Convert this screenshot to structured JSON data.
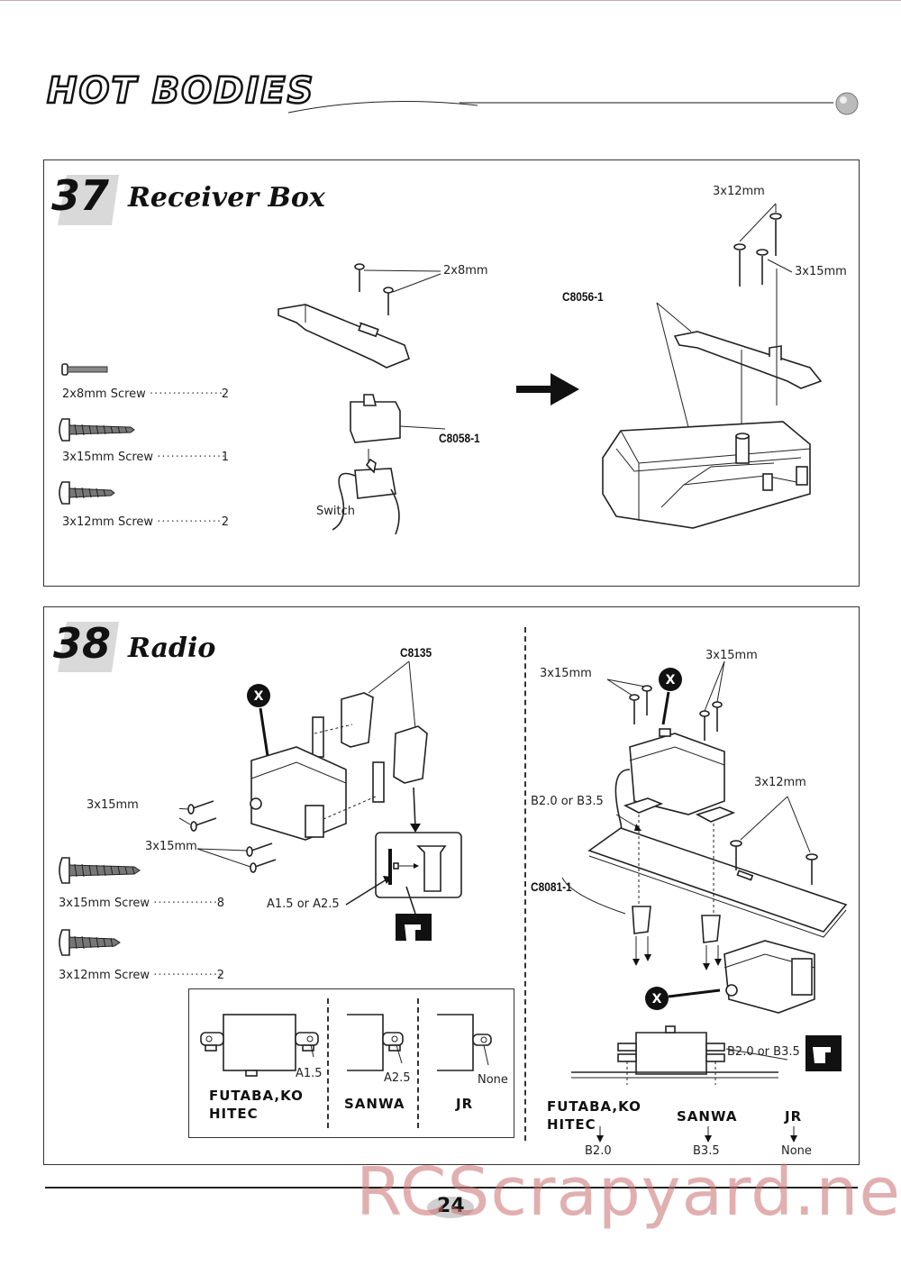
{
  "header": {
    "logo_text": "HOT BODIES"
  },
  "step37": {
    "number": "37",
    "title": "Receiver Box",
    "screws": [
      {
        "label": "2x8mm Screw",
        "qty": "2"
      },
      {
        "label": "3x15mm Screw",
        "qty": "1"
      },
      {
        "label": "3x12mm Screw",
        "qty": "2"
      }
    ],
    "callouts": {
      "screw_2x8": "2x8mm",
      "part_c8058": "C8058-1",
      "switch": "Switch",
      "screw_3x12": "3x12mm",
      "screw_3x15": "3x15mm",
      "part_c8056": "C8056-1"
    }
  },
  "step38": {
    "number": "38",
    "title": "Radio",
    "screws": [
      {
        "label": "3x15mm Screw",
        "qty": "8"
      },
      {
        "label": "3x12mm Screw",
        "qty": "2"
      }
    ],
    "callouts": {
      "part_c8135": "C8135",
      "screw_3x15_a": "3x15mm",
      "screw_3x15_b": "3x15mm",
      "a_option": "A1.5 or A2.5",
      "screw_3x15_c": "3x15mm",
      "screw_3x15_d": "3x15mm",
      "screw_3x12": "3x12mm",
      "b_option": "B2.0 or B3.5",
      "part_c8081": "C8081-1",
      "b_option_2": "B2.0 or B3.5"
    },
    "brands_left": [
      {
        "name": "FUTABA,KO\nHITEC",
        "value": "A1.5"
      },
      {
        "name": "SANWA",
        "value": "A2.5"
      },
      {
        "name": "JR",
        "value": "None"
      }
    ],
    "brands_right": [
      {
        "name": "FUTABA,KO\nHITEC",
        "value": "B2.0"
      },
      {
        "name": "SANWA",
        "value": "B3.5"
      },
      {
        "name": "JR",
        "value": "None"
      }
    ]
  },
  "footer": {
    "page_number": "24",
    "watermark": "RCScrapyard.net"
  }
}
